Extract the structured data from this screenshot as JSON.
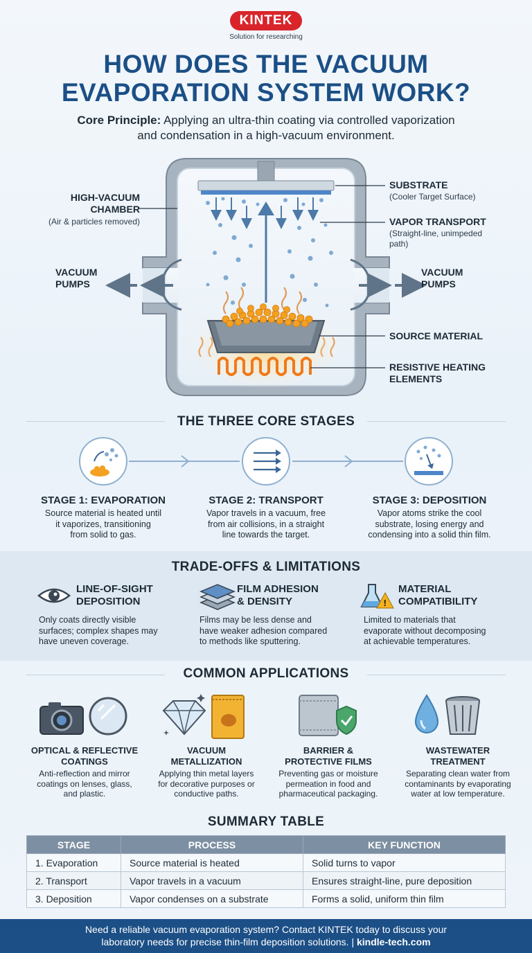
{
  "brand": {
    "logo": "KINTEK",
    "tagline": "Solution for researching"
  },
  "title": {
    "line1": "HOW DOES THE VACUUM",
    "line2": "EVAPORATION SYSTEM WORK?"
  },
  "principle": {
    "label": "Core Principle:",
    "text_line1": " Applying an ultra-thin coating via controlled vaporization",
    "text_line2": "and condensation in a high-vacuum environment."
  },
  "diagram": {
    "chamber": {
      "title": "HIGH-VACUUM",
      "title2": "CHAMBER",
      "sub": "(Air & particles removed)"
    },
    "pumps_left": {
      "line1": "VACUUM",
      "line2": "PUMPS"
    },
    "pumps_right": {
      "line1": "VACUUM",
      "line2": "PUMPS"
    },
    "substrate": {
      "title": "SUBSTRATE",
      "sub": "(Cooler Target Surface)"
    },
    "vapor": {
      "title": "VAPOR TRANSPORT",
      "sub1": "(Straight-line, unimpeded",
      "sub2": "path)"
    },
    "source": {
      "title": "SOURCE MATERIAL"
    },
    "heating": {
      "line1": "RESISTIVE HEATING",
      "line2": "ELEMENTS"
    },
    "colors": {
      "chamber": "#8b98a5",
      "vapor": "#6f9fcf",
      "source": "#f4a020",
      "heat": "#f07a1a"
    }
  },
  "stages": {
    "title": "THE THREE CORE STAGES",
    "items": [
      {
        "title": "STAGE 1: EVAPORATION",
        "l1": "Source material is heated until",
        "l2": "it vaporizes, transitioning",
        "l3": "from solid to gas."
      },
      {
        "title": "STAGE 2: TRANSPORT",
        "l1": "Vapor travels in a vacuum, free",
        "l2": "from air collisions, in a straight",
        "l3": "line towards the target."
      },
      {
        "title": "STAGE 3: DEPOSITION",
        "l1": "Vapor atoms strike the cool",
        "l2": "substrate, losing energy and",
        "l3": "condensing into a solid thin film."
      }
    ]
  },
  "tradeoffs": {
    "title": "TRADE-OFFS & LIMITATIONS",
    "items": [
      {
        "t1": "LINE-OF-SIGHT",
        "t2": "DEPOSITION",
        "l1": "Only coats directly visible",
        "l2": "surfaces; complex shapes may",
        "l3": "have uneven coverage."
      },
      {
        "t1": "FILM ADHESION",
        "t2": "& DENSITY",
        "l1": "Films may be less dense and",
        "l2": "have weaker adhesion compared",
        "l3": "to methods like sputtering."
      },
      {
        "t1": "MATERIAL",
        "t2": "COMPATIBILITY",
        "l1": "Limited to materials that",
        "l2": "evaporate without decomposing",
        "l3": "at achievable temperatures."
      }
    ]
  },
  "applications": {
    "title": "COMMON APPLICATIONS",
    "items": [
      {
        "t1": "OPTICAL & REFLECTIVE",
        "t2": "COATINGS",
        "l1": "Anti-reflection and mirror",
        "l2": "coatings on lenses, glass,",
        "l3": "and plastic."
      },
      {
        "t1": "VACUUM",
        "t2": "METALLIZATION",
        "l1": "Applying thin metal layers",
        "l2": "for decorative purposes or",
        "l3": "conductive paths."
      },
      {
        "t1": "BARRIER &",
        "t2": "PROTECTIVE FILMS",
        "l1": "Preventing gas or moisture",
        "l2": "permeation in food and",
        "l3": "pharmaceutical packaging."
      },
      {
        "t1": "WASTEWATER",
        "t2": "TREATMENT",
        "l1": "Separating clean water from",
        "l2": "contaminants by evaporating",
        "l3": "water at low temperature."
      }
    ]
  },
  "summary": {
    "title": "SUMMARY TABLE",
    "headers": [
      "STAGE",
      "PROCESS",
      "KEY FUNCTION"
    ],
    "rows": [
      [
        "1. Evaporation",
        "Source material is heated",
        "Solid turns to vapor"
      ],
      [
        "2. Transport",
        "Vapor travels in a vacuum",
        "Ensures straight-line, pure deposition"
      ],
      [
        "3. Deposition",
        "Vapor condenses on a substrate",
        "Forms a solid, uniform thin film"
      ]
    ]
  },
  "footer": {
    "line1": "Need a reliable vacuum evaporation system? Contact KINTEK today to discuss your",
    "line2": "laboratory needs for precise thin-film deposition solutions. | ",
    "link": "kindle-tech.com"
  }
}
